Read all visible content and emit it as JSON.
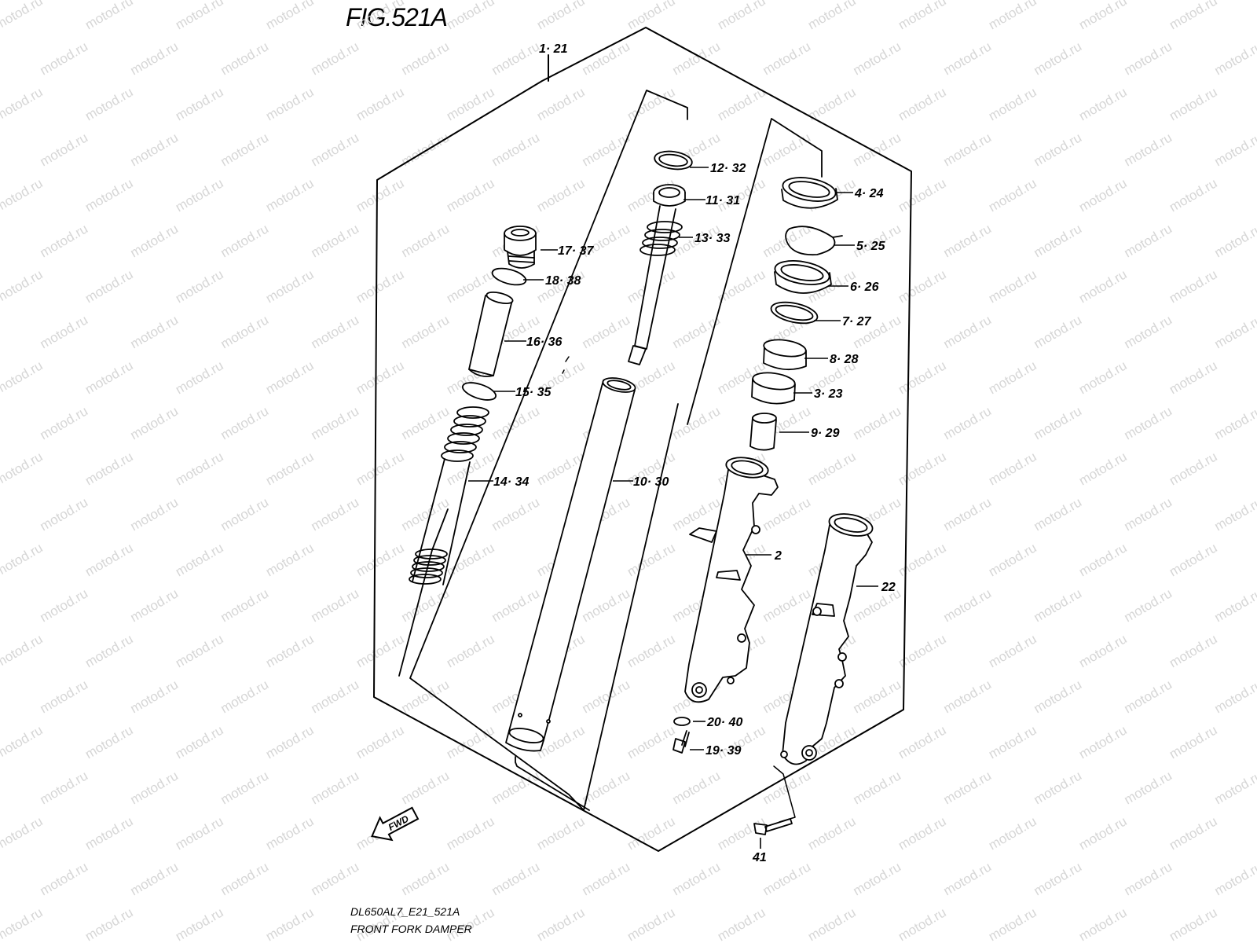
{
  "figure": {
    "title": "FIG.521A",
    "model_code": "DL650AL7_E21_521A",
    "name": "FRONT FORK DAMPER"
  },
  "watermark": "motod.ru",
  "fwd_badge": "FWD",
  "callouts": [
    {
      "id": "c1-21",
      "text": "1· 21"
    },
    {
      "id": "c12-32",
      "text": "12· 32"
    },
    {
      "id": "c11-31",
      "text": "11· 31"
    },
    {
      "id": "c13-33",
      "text": "13· 33"
    },
    {
      "id": "c17-37",
      "text": "17· 37"
    },
    {
      "id": "c18-38",
      "text": "18· 38"
    },
    {
      "id": "c16-36",
      "text": "16· 36"
    },
    {
      "id": "c15-35",
      "text": "15· 35"
    },
    {
      "id": "c14-34",
      "text": "14· 34"
    },
    {
      "id": "c10-30",
      "text": "10· 30"
    },
    {
      "id": "c4-24",
      "text": "4· 24"
    },
    {
      "id": "c5-25",
      "text": "5· 25"
    },
    {
      "id": "c6-26",
      "text": "6· 26"
    },
    {
      "id": "c7-27",
      "text": "7· 27"
    },
    {
      "id": "c8-28",
      "text": "8· 28"
    },
    {
      "id": "c3-23",
      "text": "3· 23"
    },
    {
      "id": "c9-29",
      "text": "9· 29"
    },
    {
      "id": "c2",
      "text": "2"
    },
    {
      "id": "c22",
      "text": "22"
    },
    {
      "id": "c20-40",
      "text": "20· 40"
    },
    {
      "id": "c19-39",
      "text": "19· 39"
    },
    {
      "id": "c41",
      "text": "41"
    }
  ],
  "colors": {
    "line": "#000000",
    "watermark": "#d6d6d6",
    "background": "#ffffff"
  }
}
